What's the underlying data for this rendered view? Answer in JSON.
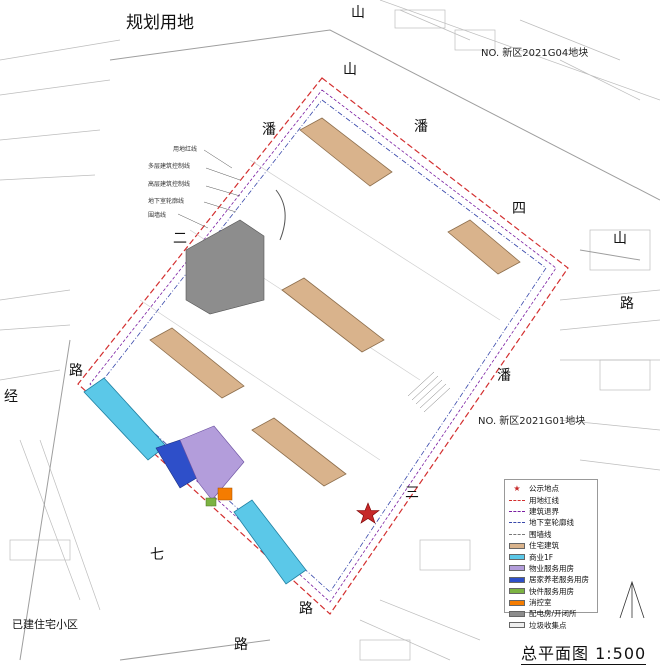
{
  "map_title": "规划用地",
  "bottom_title": "总平面图 1:500",
  "plot_labels": {
    "north": "NO. 新区2021G04地块",
    "east": "NO. 新区2021G01地块",
    "southwest": "已建住宅小区"
  },
  "roads": {
    "top": [
      "山",
      "山",
      "潘"
    ],
    "top_right": [
      "潘",
      "四",
      "山",
      "路"
    ],
    "left": [
      "二",
      "路"
    ],
    "far_left": [
      "经"
    ],
    "right_mid": [
      "潘",
      "三"
    ],
    "bottom": [
      "七",
      "路",
      "路"
    ]
  },
  "callouts": [
    "用地红线",
    "多层建筑控制线",
    "高层建筑控制线",
    "地下室轮廓线",
    "围墙线"
  ],
  "legend": {
    "items": [
      {
        "label": "公示地点",
        "kind": "star",
        "color": "#c62828"
      },
      {
        "label": "用地红线",
        "kind": "dash",
        "color": "#d32f2f"
      },
      {
        "label": "建筑退界",
        "kind": "dash",
        "color": "#7b1fa2"
      },
      {
        "label": "地下室轮廓线",
        "kind": "dash",
        "color": "#3949ab"
      },
      {
        "label": "围墙线",
        "kind": "dash",
        "color": "#777777"
      },
      {
        "label": "住宅建筑",
        "kind": "fill",
        "color": "#d9b38c"
      },
      {
        "label": "商业1F",
        "kind": "fill",
        "color": "#5bc8e8"
      },
      {
        "label": "物业服务用房",
        "kind": "fill",
        "color": "#b39ddb"
      },
      {
        "label": "居家养老服务用房",
        "kind": "fill",
        "color": "#2e4fc9"
      },
      {
        "label": "快件服务用房",
        "kind": "fill",
        "color": "#7cb342"
      },
      {
        "label": "消控室",
        "kind": "fill",
        "color": "#f57c00"
      },
      {
        "label": "配电房/开闭所",
        "kind": "fill",
        "color": "#8d8d8d"
      },
      {
        "label": "垃圾收集点",
        "kind": "fill",
        "color": "#eeeeee"
      }
    ]
  },
  "colors": {
    "residential": "#d9b38c",
    "commercial": "#5bc8e8",
    "property": "#b39ddb",
    "elderly": "#2e4fc9",
    "delivery": "#7cb342",
    "fire": "#f57c00",
    "power": "#8d8d8d",
    "red_line": "#d32f2f"
  }
}
